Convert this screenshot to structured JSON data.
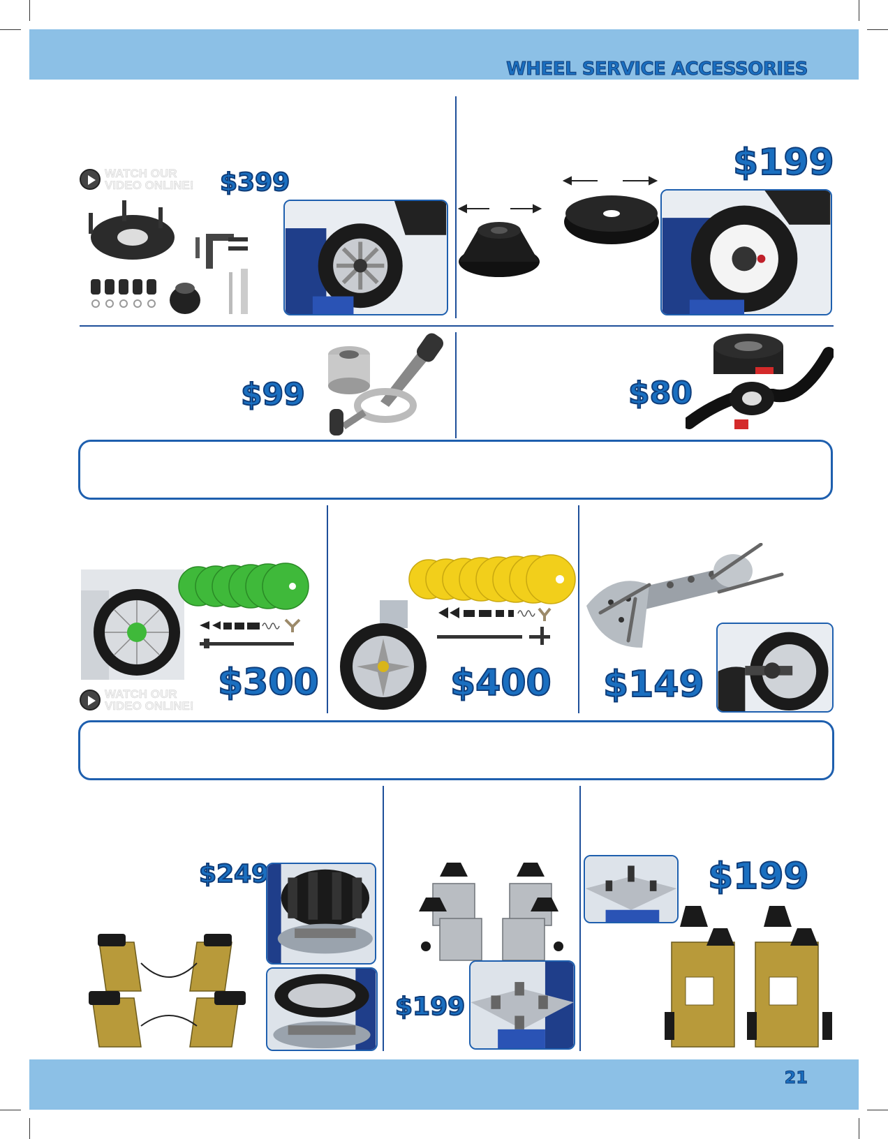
{
  "header": {
    "section_title": "WHEEL SERVICE ACCESSORIES"
  },
  "footer": {
    "page_number": "21"
  },
  "video_badge": {
    "line1": "WATCH OUR",
    "line2": "VIDEO ONLINE!"
  },
  "prices": {
    "adapter_kit": "$399",
    "cone_ring": "$199",
    "quick_nut": "$99",
    "wing_nut": "$80",
    "moto_green": "$300",
    "moto_yellow": "$400",
    "moto_flange": "$149",
    "clamp_atv": "$249",
    "clamp_silver": "$199",
    "clamp_extension": "$199"
  },
  "colors": {
    "band": "#8cc0e6",
    "accent": "#1a6fc0",
    "rule": "#1e4f9a",
    "green_cones": "#3fb93a",
    "yellow_cones": "#f2cf1b"
  }
}
